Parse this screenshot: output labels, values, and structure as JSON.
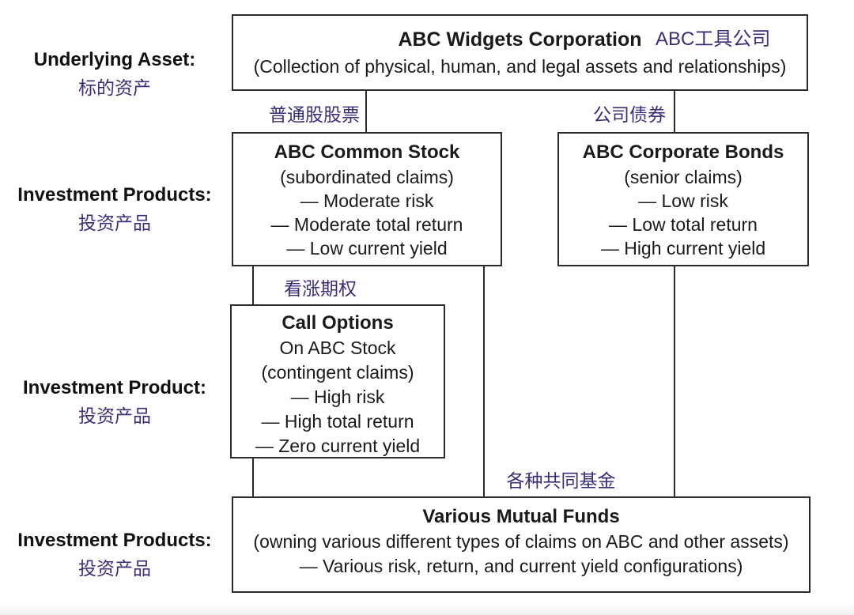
{
  "colors": {
    "accent_purple": "#363077",
    "text_black": "#1a1a1a",
    "box_border": "#2b2b2b",
    "background": "#ffffff"
  },
  "row_labels": [
    {
      "en": "Underlying Asset:",
      "zh": "标的资产"
    },
    {
      "en": "Investment Products:",
      "zh": "投资产品"
    },
    {
      "en": "Investment Product:",
      "zh": "投资产品"
    },
    {
      "en": "Investment Products:",
      "zh": "投资产品"
    }
  ],
  "boxes": {
    "corporation": {
      "title": "ABC Widgets Corporation",
      "title_zh": "ABC工具公司",
      "lines": {
        "0": "(Collection of physical, human, and legal assets and relationships)"
      }
    },
    "common_stock": {
      "title": "ABC Common Stock",
      "lines": {
        "0": "(subordinated claims)",
        "1": "— Moderate risk",
        "2": "— Moderate total return",
        "3": "— Low current yield"
      }
    },
    "corporate_bonds": {
      "title": "ABC Corporate Bonds",
      "lines": {
        "0": "(senior claims)",
        "1": "— Low risk",
        "2": "— Low total return",
        "3": "— High current yield"
      }
    },
    "call_options": {
      "title": "Call Options",
      "lines": {
        "0": "On ABC Stock",
        "1": "(contingent claims)",
        "2": "— High risk",
        "3": "— High total return",
        "4": "— Zero current yield"
      }
    },
    "mutual_funds": {
      "title": "Various Mutual Funds",
      "lines": {
        "0": "(owning various different types of claims on ABC and other assets)",
        "1": "— Various risk, return, and current yield configurations)"
      }
    }
  },
  "connector_labels": {
    "common_stock": "普通股股票",
    "corporate_bonds": "公司债券",
    "call_options": "看涨期权",
    "mutual_funds": "各种共同基金"
  }
}
